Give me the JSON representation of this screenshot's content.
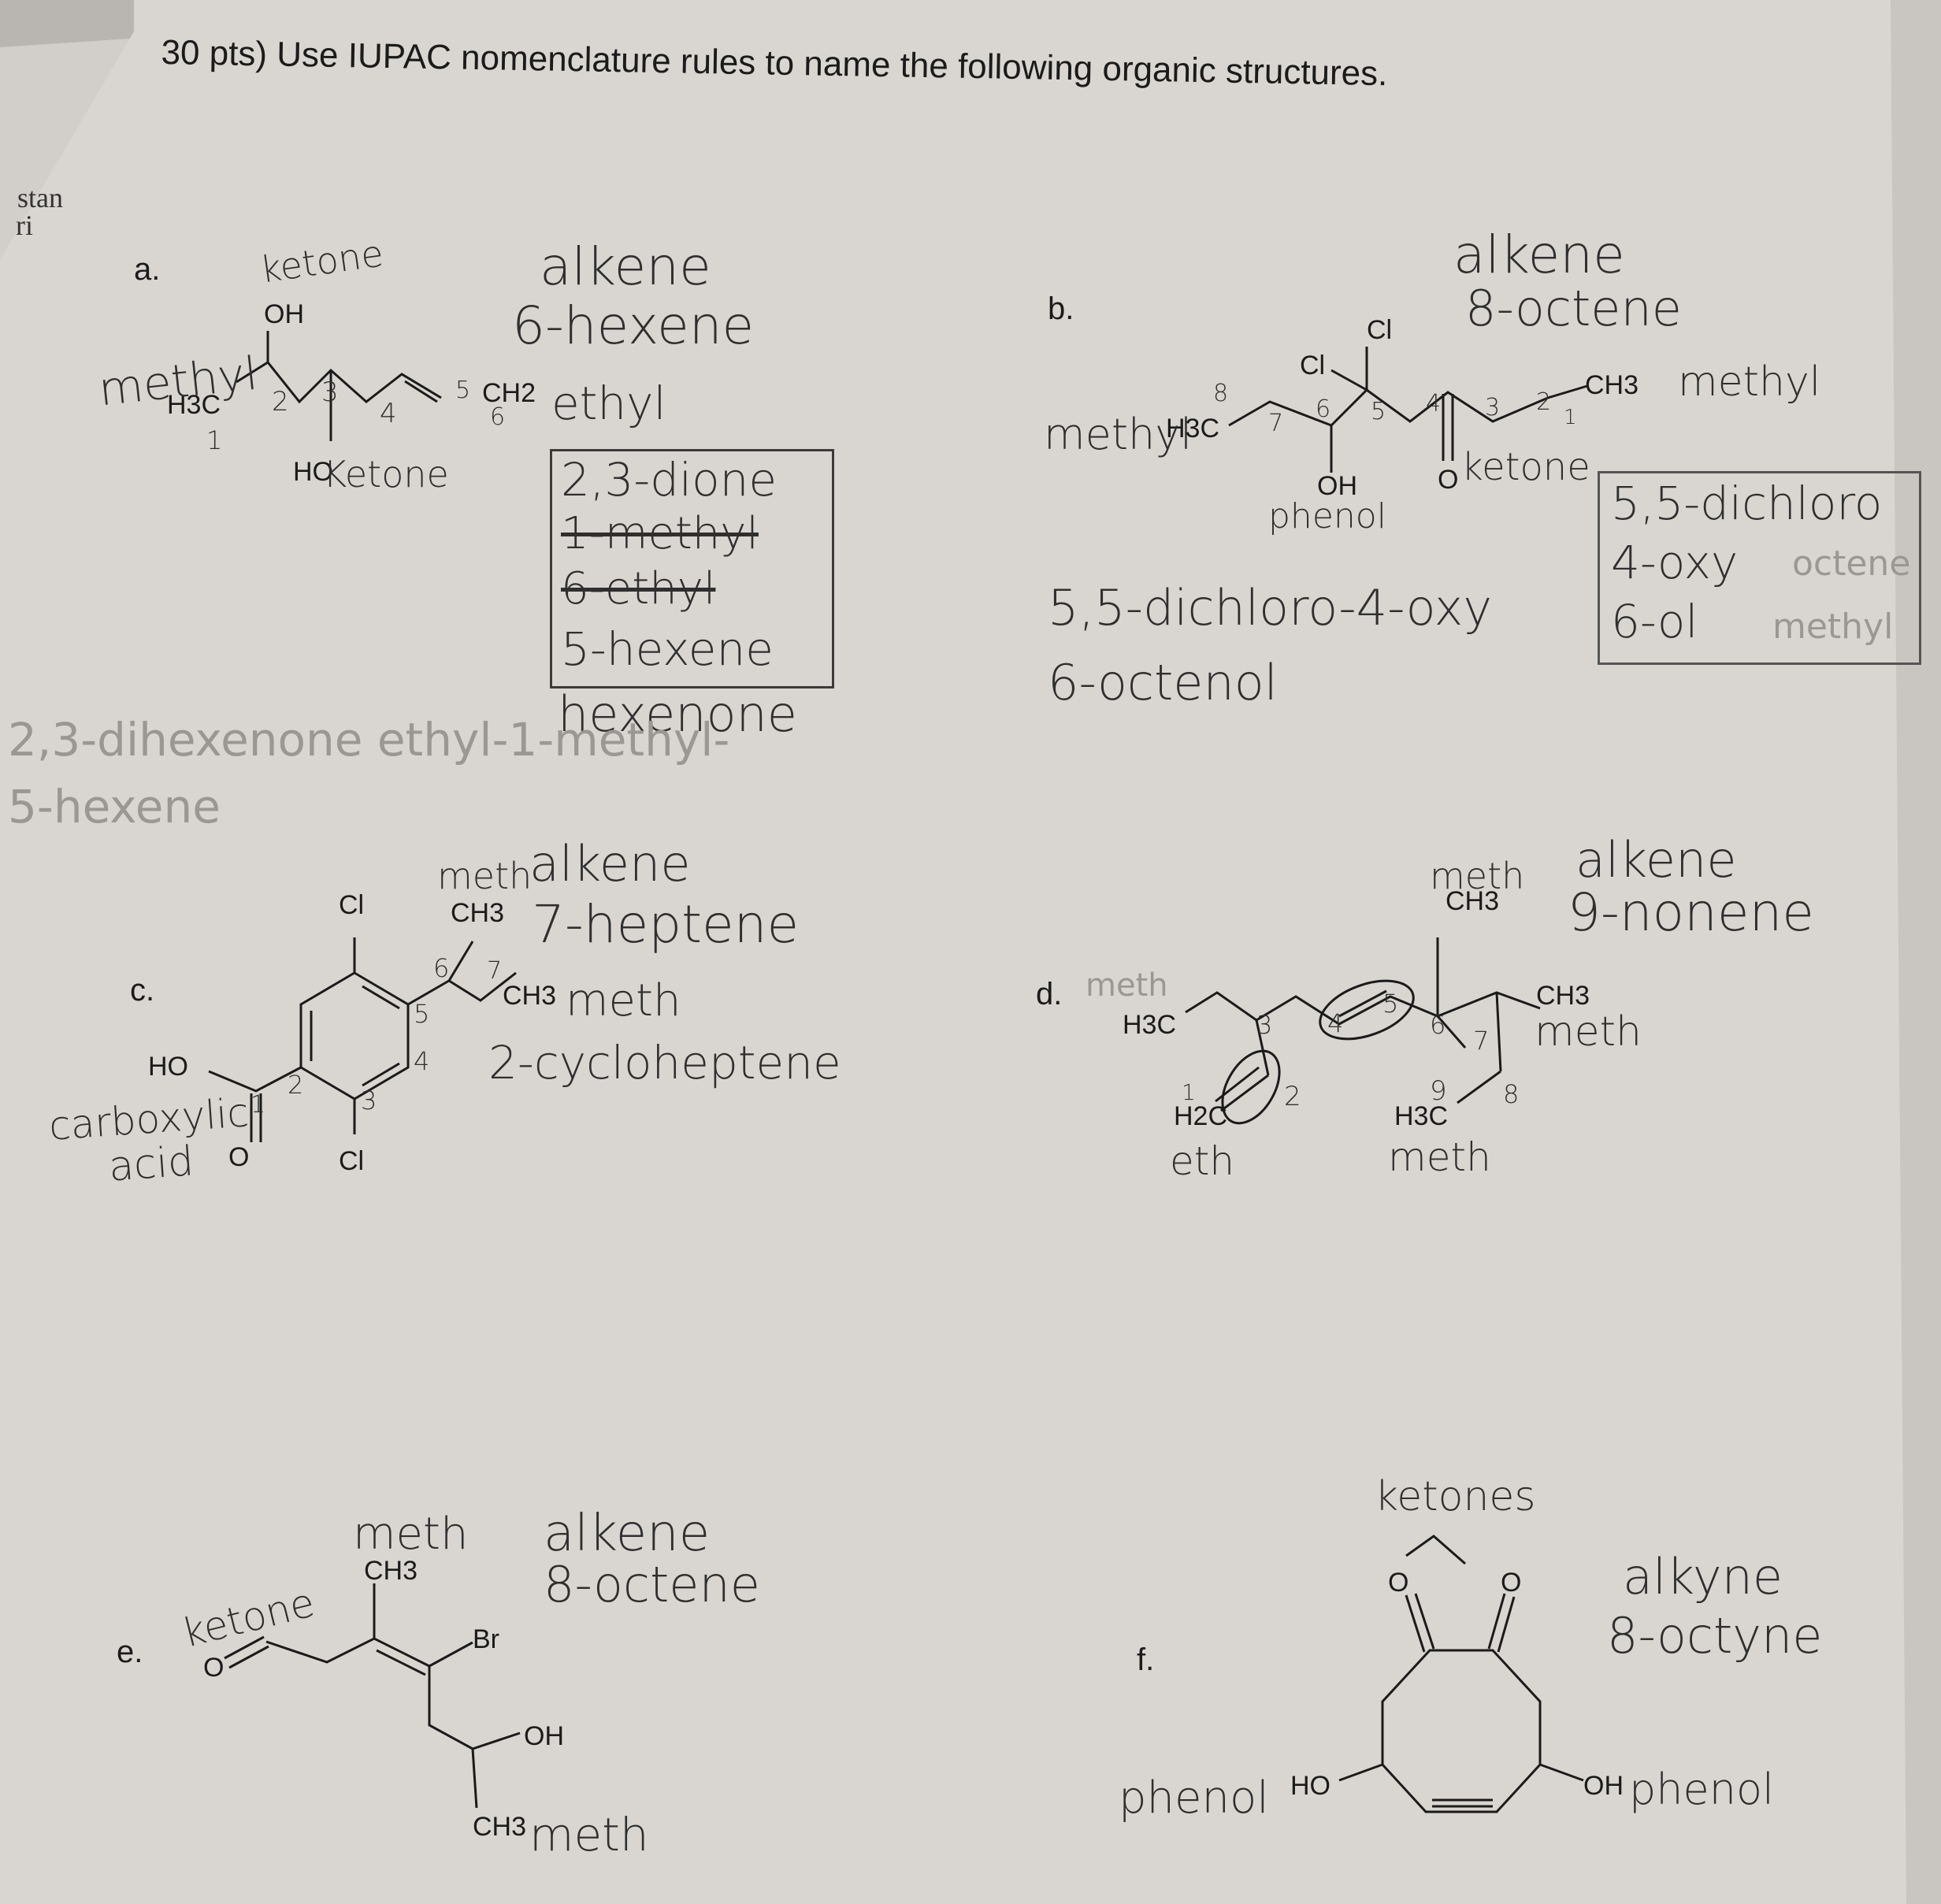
{
  "header": {
    "question": "30 pts) Use IUPAC nomenclature rules to name the following organic structures.",
    "margin_fragment_1": "stan",
    "margin_fragment_2": "ri"
  },
  "problem_a": {
    "letter": "a.",
    "atoms": {
      "oh_top": "OH",
      "h3c": "H3C",
      "ch2": "CH2",
      "ho_bottom": "HO"
    },
    "numbers": [
      "1",
      "2",
      "3",
      "4",
      "5",
      "6"
    ],
    "notes": {
      "ketone_top": "ketone",
      "alkene": "alkene",
      "hexene": "6-hexene",
      "methyl": "methyl",
      "ethyl": "ethyl",
      "ketone_bottom": "Ketone",
      "hexenone": "hexenone"
    },
    "boxed": [
      "2,3-dione",
      "1-methyl",
      "6-ethyl",
      "5-hexene"
    ],
    "faint_attempt_1": "2,3-dihexenone ethyl-1-methyl-",
    "faint_attempt_2": "5-hexene"
  },
  "problem_b": {
    "letter": "b.",
    "atoms": {
      "cl_top": "Cl",
      "cl_left": "Cl",
      "h3c": "H3C",
      "ch3": "CH3",
      "oh": "OH",
      "o": "O"
    },
    "numbers": [
      "8",
      "7",
      "6",
      "5",
      "4",
      "3",
      "2",
      "1"
    ],
    "notes": {
      "alkene": "alkene",
      "octene": "8-octene",
      "methyl_left": "methyl",
      "methyl_right": "methyl",
      "phenol": "phenol",
      "ketone": "ketone",
      "answer_line1": "5,5-dichloro-4-oxy",
      "answer_line2": "6-octenol"
    },
    "boxed": [
      "5,5-dichloro",
      "4-oxy",
      "6-ol"
    ],
    "boxed_faint": [
      "octene",
      "methyl"
    ]
  },
  "problem_c": {
    "letter": "c.",
    "atoms": {
      "cl_top": "Cl",
      "cl_bottom": "Cl",
      "ch3_top": "CH3",
      "ch3_right": "CH3",
      "ho": "HO",
      "o": "O"
    },
    "numbers": [
      "1",
      "2",
      "3",
      "4",
      "5",
      "6",
      "7"
    ],
    "notes": {
      "meth_top": "meth",
      "alkene": "alkene",
      "heptene": "7-heptene",
      "meth_right": "meth",
      "cycloheptene": "2-cycloheptene",
      "carboxylic": "carboxylic",
      "acid": "acid"
    }
  },
  "problem_d": {
    "letter": "d.",
    "atoms": {
      "h3c_left": "H3C",
      "ch3_top": "CH3",
      "ch3_right": "CH3",
      "h2c": "H2C",
      "h3c_bottom": "H3C"
    },
    "numbers": [
      "1",
      "2",
      "3",
      "4",
      "5",
      "6",
      "7",
      "8",
      "9"
    ],
    "notes": {
      "meth_faint": "meth",
      "meth_top": "meth",
      "alkene": "alkene",
      "nonene": "9-nonene",
      "meth_right": "meth",
      "eth": "eth",
      "meth_bottom": "meth"
    }
  },
  "problem_e": {
    "letter": "e.",
    "atoms": {
      "ch3_top": "CH3",
      "br": "Br",
      "oh": "OH",
      "ch3_bottom": "CH3",
      "o": "O"
    },
    "notes": {
      "meth_top": "meth",
      "alkene": "alkene",
      "octene": "8-octene",
      "ketone": "ketone",
      "meth_bottom": "meth"
    }
  },
  "problem_f": {
    "letter": "f.",
    "atoms": {
      "o_left": "O",
      "o_right": "O",
      "ho": "HO",
      "oh": "OH"
    },
    "notes": {
      "ketones": "ketones",
      "alkyne": "alkyne",
      "octyne": "8-octyne",
      "phenol_left": "phenol",
      "phenol_right": "phenol"
    }
  },
  "colors": {
    "paper": "#d9d6d2",
    "background": "#b9b6b2",
    "ink": "#1b1b1b",
    "pencil": "#2f2f2f"
  }
}
